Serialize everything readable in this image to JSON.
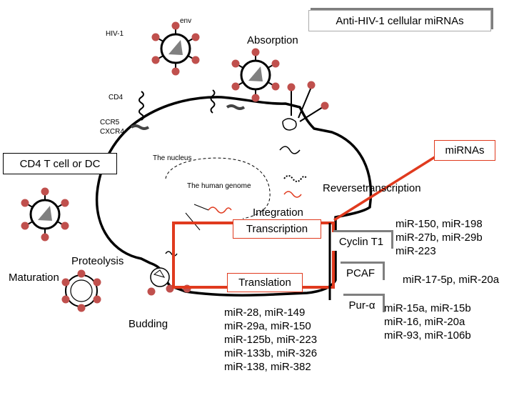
{
  "title": "Anti-HIV-1 cellular miRNAs",
  "virus_labels": {
    "hiv1": "HIV-1",
    "env": "env"
  },
  "receptor_labels": {
    "cd4": "CD4",
    "ccr5": "CCR5",
    "cxcr4": "CXCR4"
  },
  "cell_label": "CD4 T cell or DC",
  "nucleus_label": "The nucleus",
  "genome_label": "The human genome",
  "steps": {
    "absorption": "Absorption",
    "reverse_transcription": "Reversetranscription",
    "integration": "Integration",
    "transcription": "Transcription",
    "translation": "Translation",
    "proteolysis": "Proteolysis",
    "maturation": "Maturation",
    "budding": "Budding"
  },
  "mirnas_label": "miRNAs",
  "targets": {
    "cyclin_t1": "Cyclin T1",
    "pcaf": "PCAF",
    "pur_alpha": "Pur-α"
  },
  "mirna_groups": {
    "cyclin_t1": [
      "miR-150, miR-198",
      "miR-27b, miR-29b",
      "miR-223"
    ],
    "pcaf": [
      "miR-17-5p, miR-20a"
    ],
    "pur_alpha": [
      "miR-15a, miR-15b",
      "miR-16, miR-20a",
      "miR-93, miR-106b"
    ],
    "translation": [
      "miR-28, miR-149",
      "miR-29a, miR-150",
      "miR-125b, miR-223",
      "miR-133b, miR-326",
      "miR-138, miR-382"
    ]
  },
  "colors": {
    "accent": "#e03a1e",
    "spike": "#c0504d",
    "tab_shadow": "#7f7f7f",
    "capsid": "#808080"
  }
}
